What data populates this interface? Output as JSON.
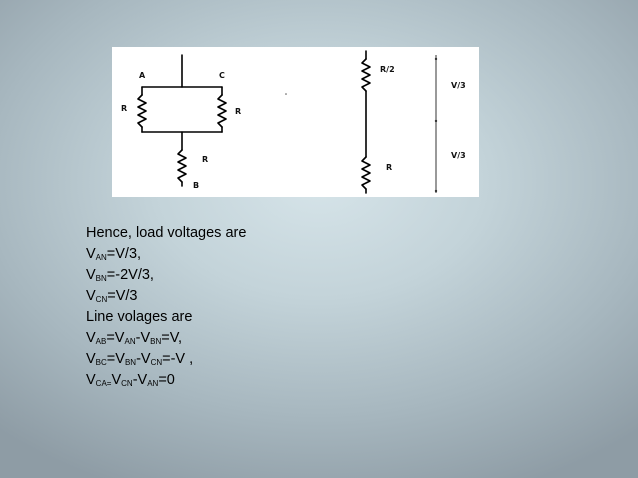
{
  "diagram": {
    "labels": {
      "node_a": "A",
      "node_c": "C",
      "node_b": "B",
      "r_left": "R",
      "r_right": "R",
      "r_bottom": "R",
      "r_top_series": "R/2",
      "r_bottom_series": "R",
      "v_top": "V/3",
      "v_bottom": "V/3"
    }
  },
  "text": {
    "heading": "Hence, load voltages are",
    "v_an": {
      "v": "V",
      "sub": "AN",
      "rest": "=V/3,"
    },
    "v_bn": {
      "v": "V",
      "sub": "BN",
      "rest": "=-2V/3,"
    },
    "v_cn": {
      "v": "V",
      "sub": "CN",
      "rest": "=V/3"
    },
    "line_heading": "Line volages are",
    "v_ab": {
      "a": "V",
      "a_sub": "AB",
      "b": "=V",
      "b_sub": "AN",
      "c": "-V",
      "c_sub": "BN",
      "rest": "=V,"
    },
    "v_bc": {
      "a": "V",
      "a_sub": "BC",
      "b": "=V",
      "b_sub": "BN",
      "c": "-V",
      "c_sub": "CN",
      "rest": "=-V ,"
    },
    "v_ca": {
      "a": "V",
      "a_sub": "CA=",
      "b": "V",
      "b_sub": "CN",
      "c": "-V",
      "c_sub": "AN",
      "rest": "=0"
    }
  }
}
